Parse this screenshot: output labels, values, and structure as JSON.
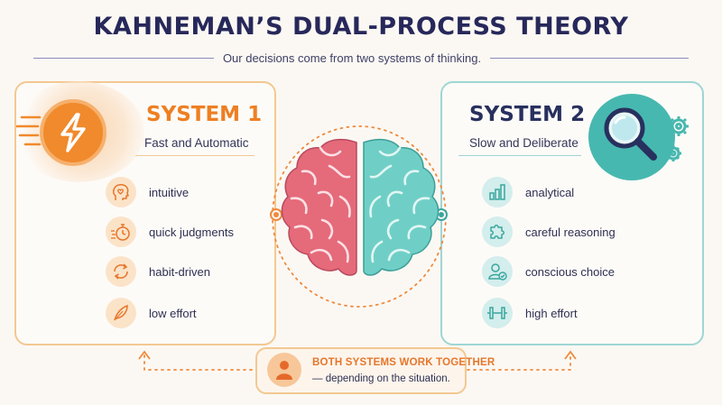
{
  "header": {
    "title": "KAHNEMAN’S DUAL-PROCESS THEORY",
    "subtitle": "Our decisions come from two systems of thinking."
  },
  "system1": {
    "title": "SYSTEM 1",
    "subtitle": "Fast and Automatic",
    "icon": "lightning-bolt-icon",
    "items": [
      {
        "label": "intuitive",
        "icon": "head-heart-icon"
      },
      {
        "label": "quick judgments",
        "icon": "stopwatch-icon"
      },
      {
        "label": "habit-driven",
        "icon": "cycle-arrows-icon"
      },
      {
        "label": "low effort",
        "icon": "feather-icon"
      }
    ]
  },
  "system2": {
    "title": "SYSTEM 2",
    "subtitle": "Slow and Deliberate",
    "icon": "magnifier-gears-icon",
    "items": [
      {
        "label": "analytical",
        "icon": "bar-chart-icon"
      },
      {
        "label": "careful reasoning",
        "icon": "puzzle-icon"
      },
      {
        "label": "conscious choice",
        "icon": "person-check-icon"
      },
      {
        "label": "high effort",
        "icon": "dumbbell-icon"
      }
    ]
  },
  "center": {
    "icon": "brain-icon"
  },
  "footer": {
    "main": "BOTH SYSTEMS WORK TOGETHER",
    "sub": "— depending on the situation.",
    "icon": "person-icon"
  },
  "colors": {
    "system1": "#ee7f22",
    "system2": "#47b8b0",
    "title": "#27285a",
    "brain_left": "#e56a7a",
    "brain_right": "#6fcfc6"
  }
}
